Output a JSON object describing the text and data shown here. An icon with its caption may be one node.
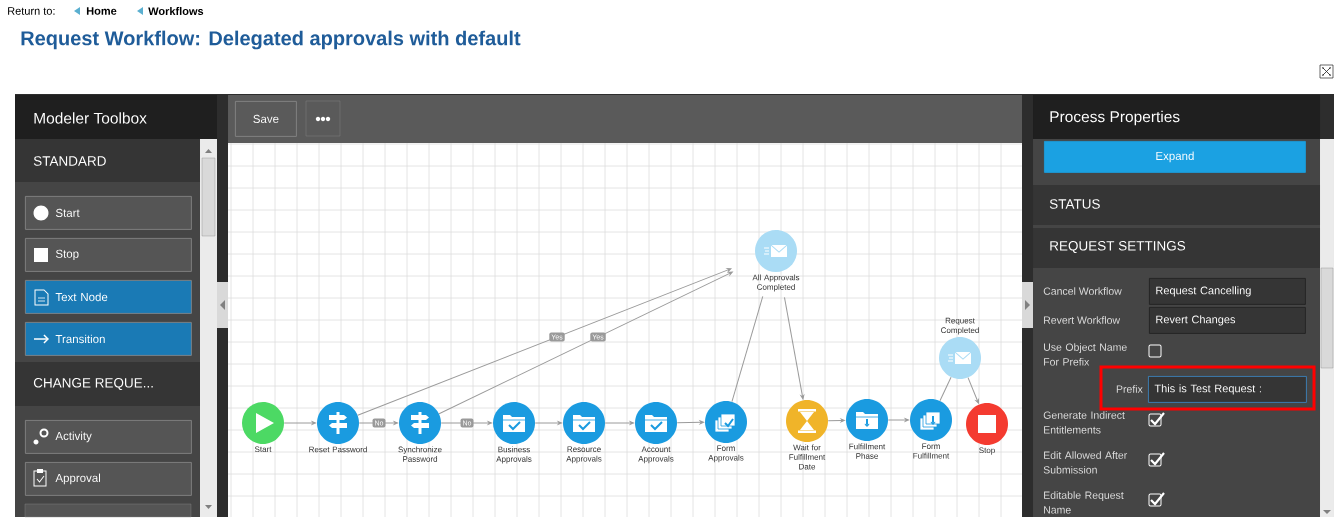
{
  "diagram": {
    "title": "Request Workflow: Delegated approvals with default",
    "nodes": [
      {
        "text": [
          "Start"
        ]
      },
      {
        "text": [
          "Stop"
        ]
      },
      {
        "text": [
          "Text Node"
        ]
      },
      {
        "text": [
          "Transition"
        ]
      },
      {
        "text": [
          "Activity"
        ]
      },
      {
        "text": [
          "Approval"
        ]
      },
      {
        "text": [
          "Save"
        ]
      },
      {
        "text": [
          "Start"
        ]
      },
      {
        "text": [
          "Reset Password"
        ]
      },
      {
        "text": [
          "Synchronize Password"
        ]
      },
      {
        "text": [
          "Business Approvals"
        ]
      },
      {
        "text": [
          "Resource Approvals"
        ]
      },
      {
        "text": [
          "Account Approvals"
        ]
      },
      {
        "text": [
          "Form Approvals"
        ]
      },
      {
        "text": [
          "All Approvals Completed"
        ]
      },
      {
        "text": [
          "Wait for Fulfillment Date"
        ]
      },
      {
        "text": [
          "Fulfillment Phase"
        ]
      },
      {
        "text": [
          "Form Fulfillment"
        ]
      },
      {
        "text": [
          "Request Completed"
        ]
      },
      {
        "text": [
          "Stop"
        ]
      },
      {
        "text": [
          "Expand"
        ]
      },
      {
        "text": [
          "Request Cancelling"
        ]
      },
      {
        "text": [
          "Revert Changes"
        ]
      },
      {
        "text": [
          "This is Test Request :"
        ]
      }
    ],
    "edges": [
      {
        "from": 7,
        "to": 8,
        "arrow": "to"
      },
      {
        "from": 8,
        "to": 9,
        "arrow": "to",
        "label": "No"
      },
      {
        "from": 8,
        "to": 14,
        "arrow": "to",
        "label": "Yes"
      },
      {
        "from": 9,
        "to": 10,
        "arrow": "to",
        "label": "No"
      },
      {
        "from": 9,
        "to": 14,
        "arrow": "to",
        "label": "Yes"
      },
      {
        "from": 10,
        "to": 11,
        "arrow": "to"
      },
      {
        "from": 11,
        "to": 12,
        "arrow": "to"
      },
      {
        "from": 12,
        "to": 13,
        "arrow": "to"
      },
      {
        "from": 13,
        "to": 14,
        "arrow": "none"
      },
      {
        "from": 14,
        "to": 15,
        "arrow": "to"
      },
      {
        "from": 15,
        "to": 16,
        "arrow": "to"
      },
      {
        "from": 16,
        "to": 17,
        "arrow": "to"
      },
      {
        "from": 17,
        "to": 18,
        "arrow": "none"
      },
      {
        "from": 18,
        "to": 19,
        "arrow": "to"
      }
    ],
    "labels": [
      "Return to:",
      "Home",
      "Workflows",
      "Modeler Toolbox",
      "STANDARD",
      "CHANGE REQUE...",
      "Process Properties",
      "STATUS",
      "REQUEST SETTINGS",
      "Cancel Workflow",
      "Revert Workflow",
      "Use Object Name For Prefix",
      "Prefix",
      "Generate Indirect Entitlements",
      "Edit Allowed After Submission",
      "Editable Request Name"
    ]
  }
}
